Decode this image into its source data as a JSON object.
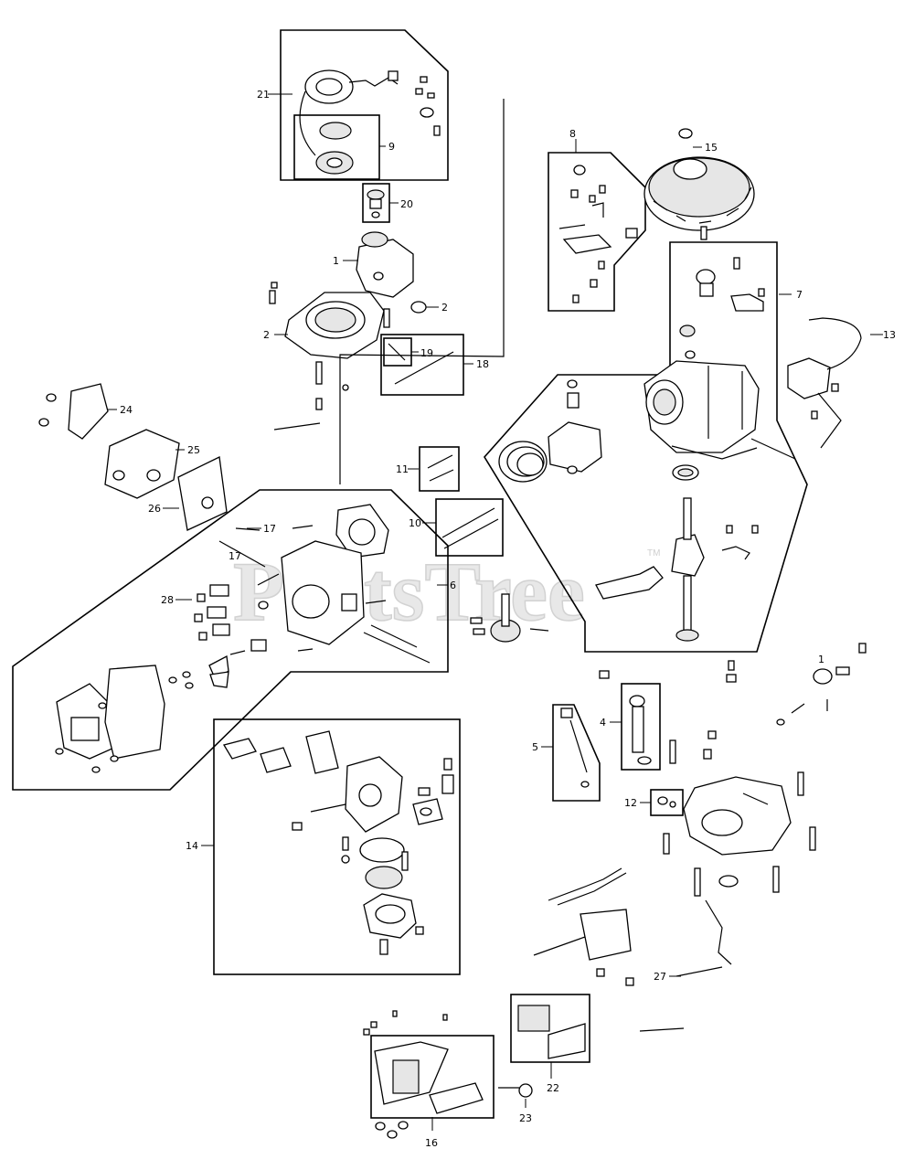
{
  "watermark": {
    "text": "PartsTree",
    "mark": "TM"
  },
  "callouts": {
    "c21": "21",
    "c9": "9",
    "c20": "20",
    "c1": "1",
    "c2a": "2",
    "c2b": "2",
    "c19": "19",
    "c18": "18",
    "c8": "8",
    "c15": "15",
    "c7": "7",
    "c13": "13",
    "c24": "24",
    "c25": "25",
    "c26": "26",
    "c11": "11",
    "c10": "10",
    "c17a": "17",
    "c17b": "17",
    "c28": "28",
    "c6": "6",
    "c4": "4",
    "c5": "5",
    "c12": "12",
    "c14": "14",
    "c27": "27",
    "c22": "22",
    "c23": "23",
    "c16": "16"
  }
}
